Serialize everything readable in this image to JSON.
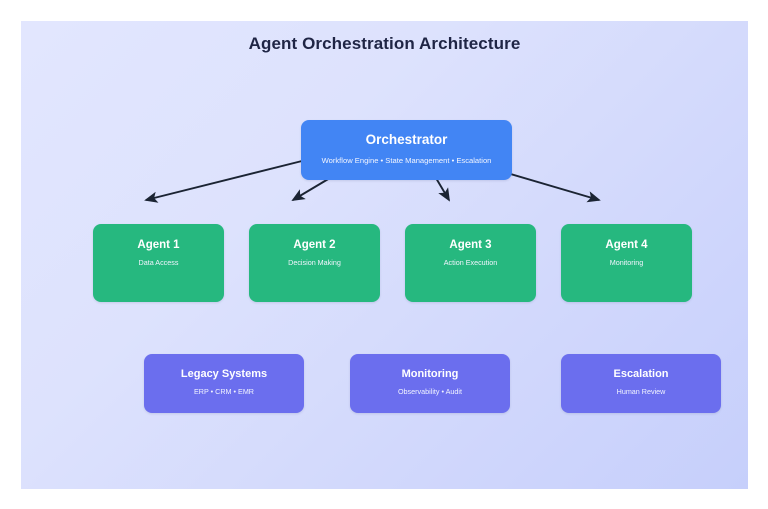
{
  "diagram": {
    "title": "Agent Orchestration Architecture",
    "background_color": "#dfe3fd",
    "orchestrator": {
      "label": "Orchestrator",
      "sublabel": "Workflow Engine • State Management • Escalation",
      "color": "#4285f4"
    },
    "agents": [
      {
        "label": "Agent 1",
        "sublabel": "Data Access",
        "color": "#26b87f"
      },
      {
        "label": "Agent 2",
        "sublabel": "Decision Making",
        "color": "#26b87f"
      },
      {
        "label": "Agent 3",
        "sublabel": "Action Execution",
        "color": "#26b87f"
      },
      {
        "label": "Agent 4",
        "sublabel": "Monitoring",
        "color": "#26b87f"
      }
    ],
    "support": [
      {
        "label": "Legacy Systems",
        "sublabel": "ERP • CRM • EMR",
        "color": "#6b6eee"
      },
      {
        "label": "Monitoring",
        "sublabel": "Observability • Audit",
        "color": "#6b6eee"
      },
      {
        "label": "Escalation",
        "sublabel": "Human Review",
        "color": "#6b6eee"
      }
    ],
    "connectors": {
      "color": "#1b2433",
      "count": 4,
      "from": "Orchestrator",
      "to": [
        "Agent 1",
        "Agent 2",
        "Agent 3",
        "Agent 4"
      ]
    }
  }
}
